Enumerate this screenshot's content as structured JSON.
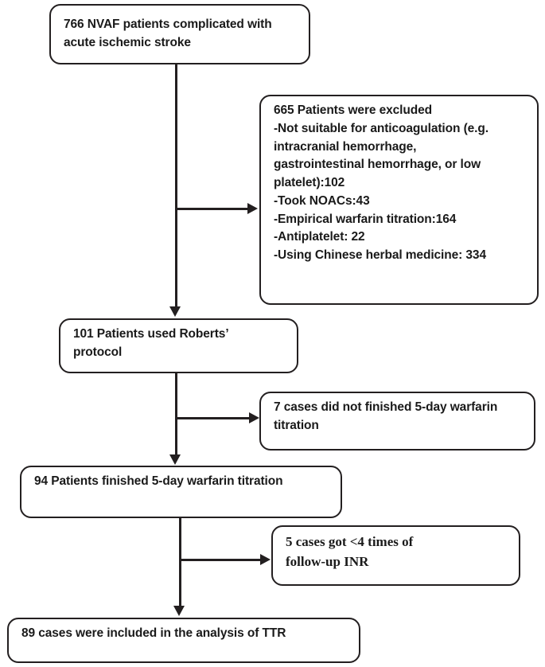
{
  "diagram": {
    "type": "patient-flow-consort-diagram",
    "title": "",
    "line_color": "#231f20",
    "background_color": "#ffffff",
    "nodes": [
      {
        "id": "source",
        "name": "source-population",
        "text": "766 NVAF patients complicated with\nacute ischemic stroke",
        "count": 766
      },
      {
        "id": "excluded",
        "name": "excluded-patients",
        "text": "665 Patients were excluded\n-Not suitable for anticoagulation (e.g.\nintracranial hemorrhage,\ngastrointestinal hemorrhage, or low\nplatelet):102\n-Took NOACs:43\n-Empirical warfarin titration:164\n-Antiplatelet: 22\n-Using Chinese herbal medicine: 334",
        "count": 665,
        "reasons": [
          {
            "label": "Not suitable for anticoagulation (e.g. intracranial hemorrhage, gastrointestinal hemorrhage, or low platelet)",
            "value": 102
          },
          {
            "label": "Took NOACs",
            "value": 43
          },
          {
            "label": "Empirical warfarin titration",
            "value": 164
          },
          {
            "label": "Antiplatelet",
            "value": 22
          },
          {
            "label": "Using Chinese herbal medicine",
            "value": 334
          }
        ]
      },
      {
        "id": "protocol",
        "name": "used-roberts-protocol",
        "text": "101 Patients used Roberts’\nprotocol",
        "count": 101
      },
      {
        "id": "not-finished",
        "name": "did-not-finish-titration",
        "text": "7 cases did not finished 5-day warfarin\ntitration",
        "count": 7
      },
      {
        "id": "finished",
        "name": "finished-titration",
        "text": "94 Patients finished 5-day warfarin titration",
        "count": 94
      },
      {
        "id": "low-inr",
        "name": "insufficient-follow-up-inr",
        "text": "5 cases got <4 times of\nfollow-up INR",
        "count": 5
      },
      {
        "id": "analysis",
        "name": "included-in-ttr-analysis",
        "text": "89 cases were included in the analysis of TTR",
        "count": 89
      }
    ],
    "edges": [
      {
        "from": "source",
        "to": "protocol",
        "name": "source-to-protocol"
      },
      {
        "from": "source",
        "to": "excluded",
        "name": "source-to-excluded"
      },
      {
        "from": "protocol",
        "to": "finished",
        "name": "protocol-to-finished"
      },
      {
        "from": "protocol",
        "to": "not-finished",
        "name": "protocol-to-not-finished"
      },
      {
        "from": "finished",
        "to": "analysis",
        "name": "finished-to-analysis"
      },
      {
        "from": "finished",
        "to": "low-inr",
        "name": "finished-to-low-inr"
      }
    ]
  }
}
